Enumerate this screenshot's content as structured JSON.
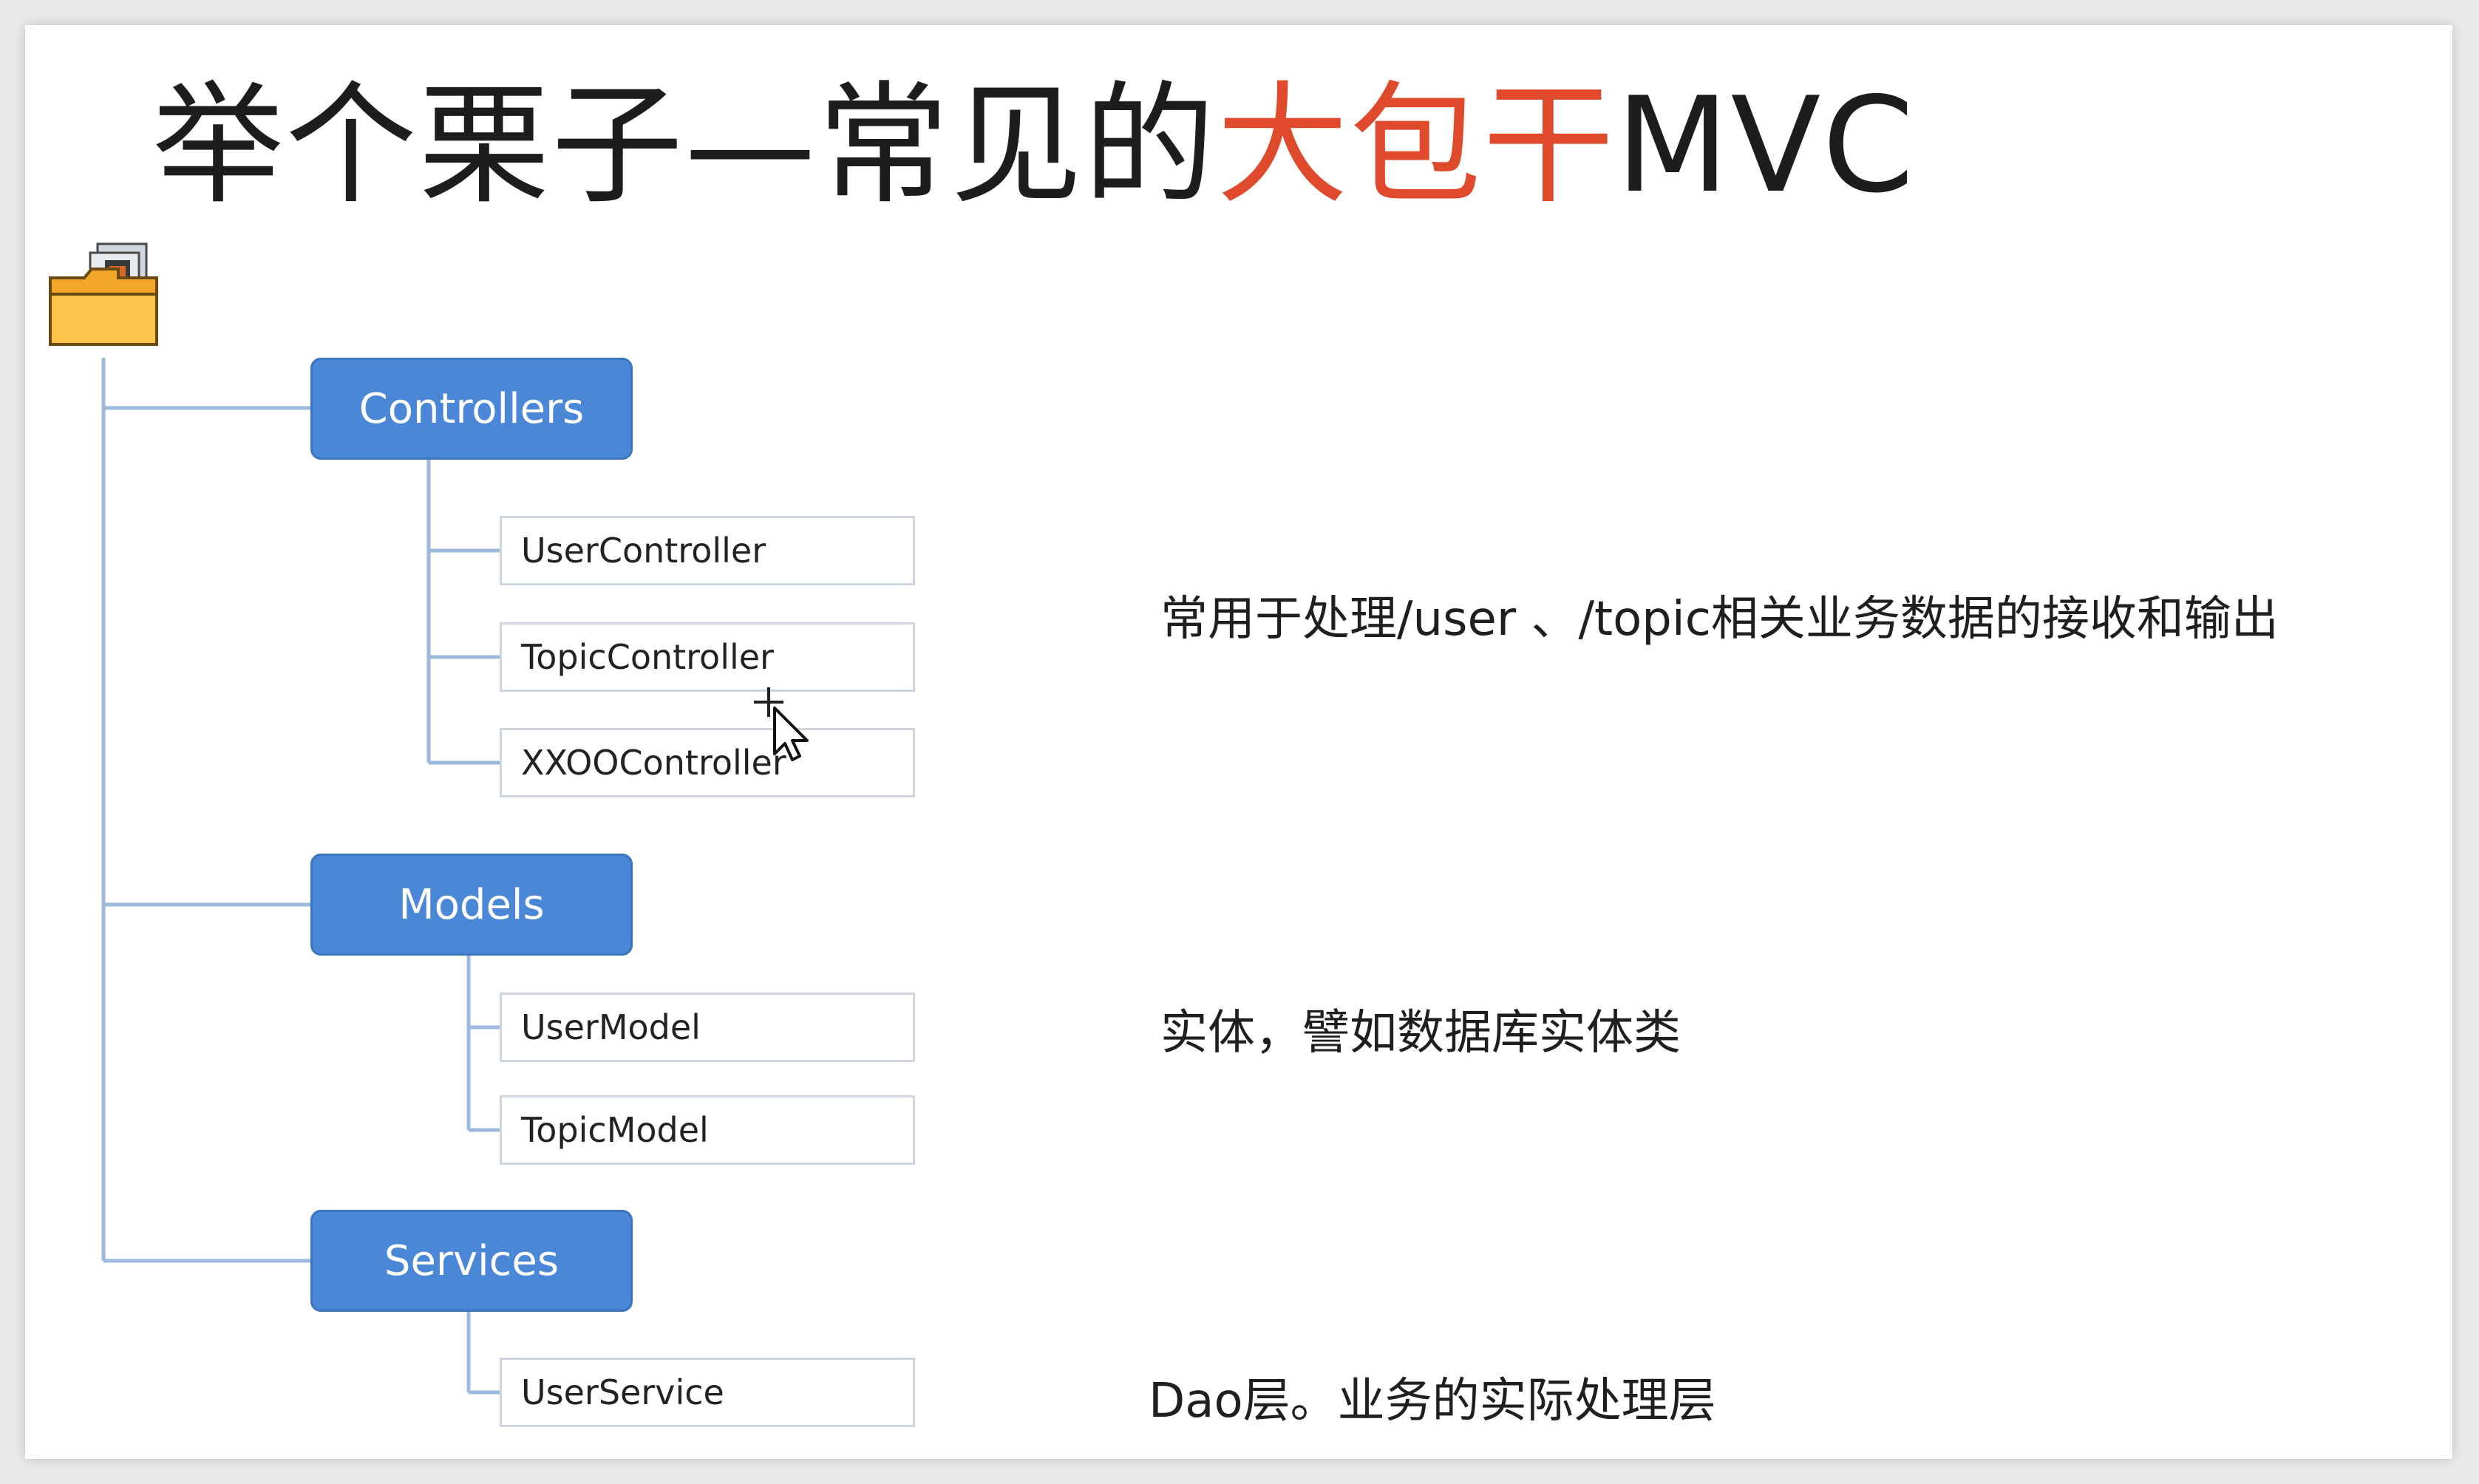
{
  "title": {
    "prefix": "举个栗子—常见的",
    "highlight": "大包干",
    "suffix": "MVC"
  },
  "colors": {
    "highlight": "#e04a2c",
    "group_box": "#4a87d6",
    "connector": "#9bb9dc"
  },
  "root": {
    "icon": "folder-icon"
  },
  "groups": [
    {
      "label": "Controllers",
      "items": [
        "UserController",
        "TopicController",
        "XXOOController"
      ],
      "description": "常用于处理/user 、/topic相关业务数据的接收和输出"
    },
    {
      "label": "Models",
      "items": [
        "UserModel",
        "TopicModel"
      ],
      "description": "实体，譬如数据库实体类"
    },
    {
      "label": "Services",
      "items": [
        "UserService"
      ],
      "description": "Dao层。业务的实际处理层"
    }
  ]
}
